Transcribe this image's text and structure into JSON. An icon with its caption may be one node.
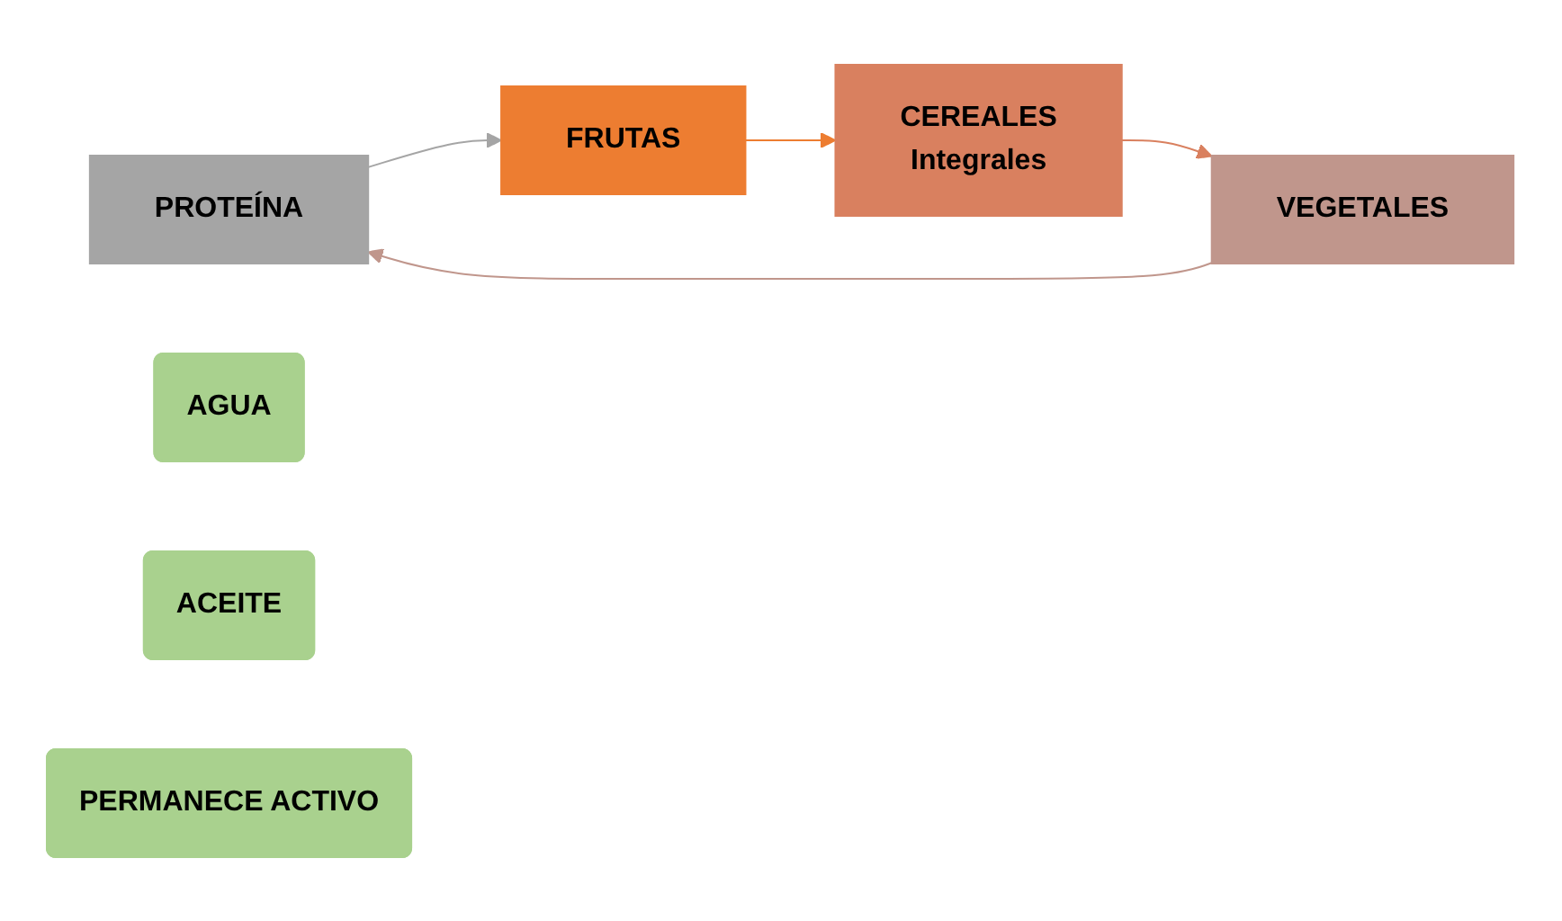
{
  "diagram": {
    "nodes": [
      {
        "text": [
          "PROTEÍNA"
        ]
      },
      {
        "text": [
          "FRUTAS"
        ]
      },
      {
        "text": [
          "CEREALES",
          "Integrales"
        ]
      },
      {
        "text": [
          "VEGETALES"
        ]
      },
      {
        "text": [
          "AGUA"
        ]
      },
      {
        "text": [
          "ACEITE"
        ]
      },
      {
        "text": [
          "PERMANECE ACTIVO"
        ]
      }
    ],
    "edges": [
      {
        "from": 0,
        "to": 1,
        "arrow": "to",
        "color": "#a5a5a5"
      },
      {
        "from": 1,
        "to": 2,
        "arrow": "to",
        "color": "#ed7d31"
      },
      {
        "from": 2,
        "to": 3,
        "arrow": "to",
        "color": "#d9805f"
      },
      {
        "from": 3,
        "to": 0,
        "arrow": "to",
        "color": "#c0968c"
      }
    ]
  }
}
